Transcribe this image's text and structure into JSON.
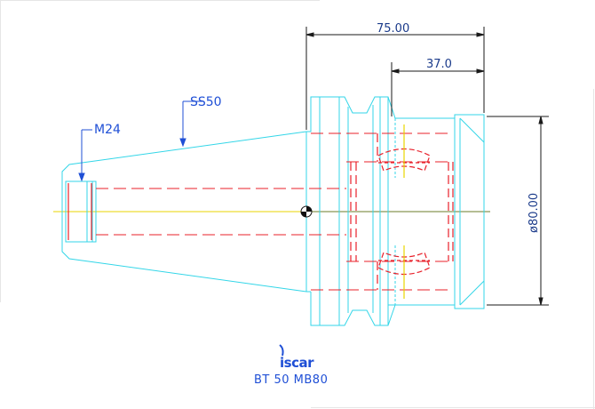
{
  "drawing": {
    "dimensions": {
      "overall_length": "75.00",
      "bore_depth": "37.0",
      "diameter": "ø80.00"
    },
    "labels": {
      "taper": "SS50",
      "thread": "M24"
    },
    "brand": {
      "logo_text": "iscar"
    },
    "caption": "BT 50 MB80"
  },
  "colors": {
    "outline": "#33d6e8",
    "hidden": "#e8202a",
    "centerline": "#e8d400",
    "dimension": "#1a1a1a",
    "text": "#1f4fd6"
  }
}
